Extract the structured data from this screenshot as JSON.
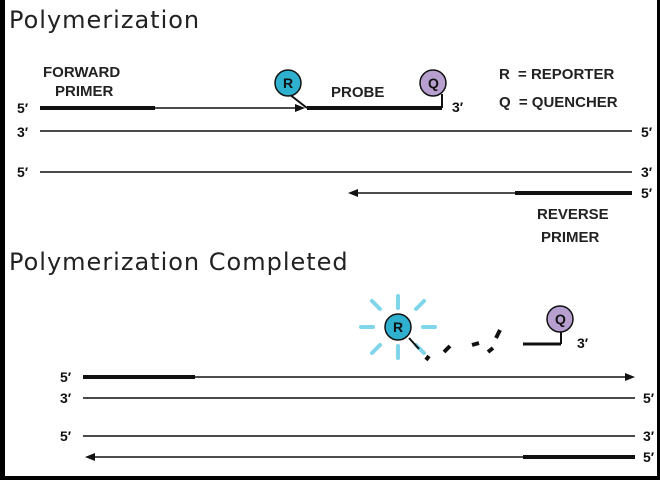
{
  "section1": {
    "title": "Polymerization",
    "forward_primer": [
      "FORWARD",
      "PRIMER"
    ],
    "probe": "PROBE",
    "reverse_primer": [
      "REVERSE",
      "PRIMER"
    ],
    "legend": {
      "r_key": "R",
      "r_value": "= REPORTER",
      "q_key": "Q",
      "q_value": "= QUENCHER"
    },
    "reporter_letter": "R",
    "quencher_letter": "Q"
  },
  "section2": {
    "title": "Polymerization Completed",
    "reporter_letter": "R",
    "quencher_letter": "Q"
  },
  "ends": {
    "five": "5′",
    "three": "3′"
  },
  "colors": {
    "reporter": "#2fb0cf",
    "reporter_glow": "#7fd6ea",
    "quencher": "#b7a0d0",
    "line": "#111111"
  }
}
